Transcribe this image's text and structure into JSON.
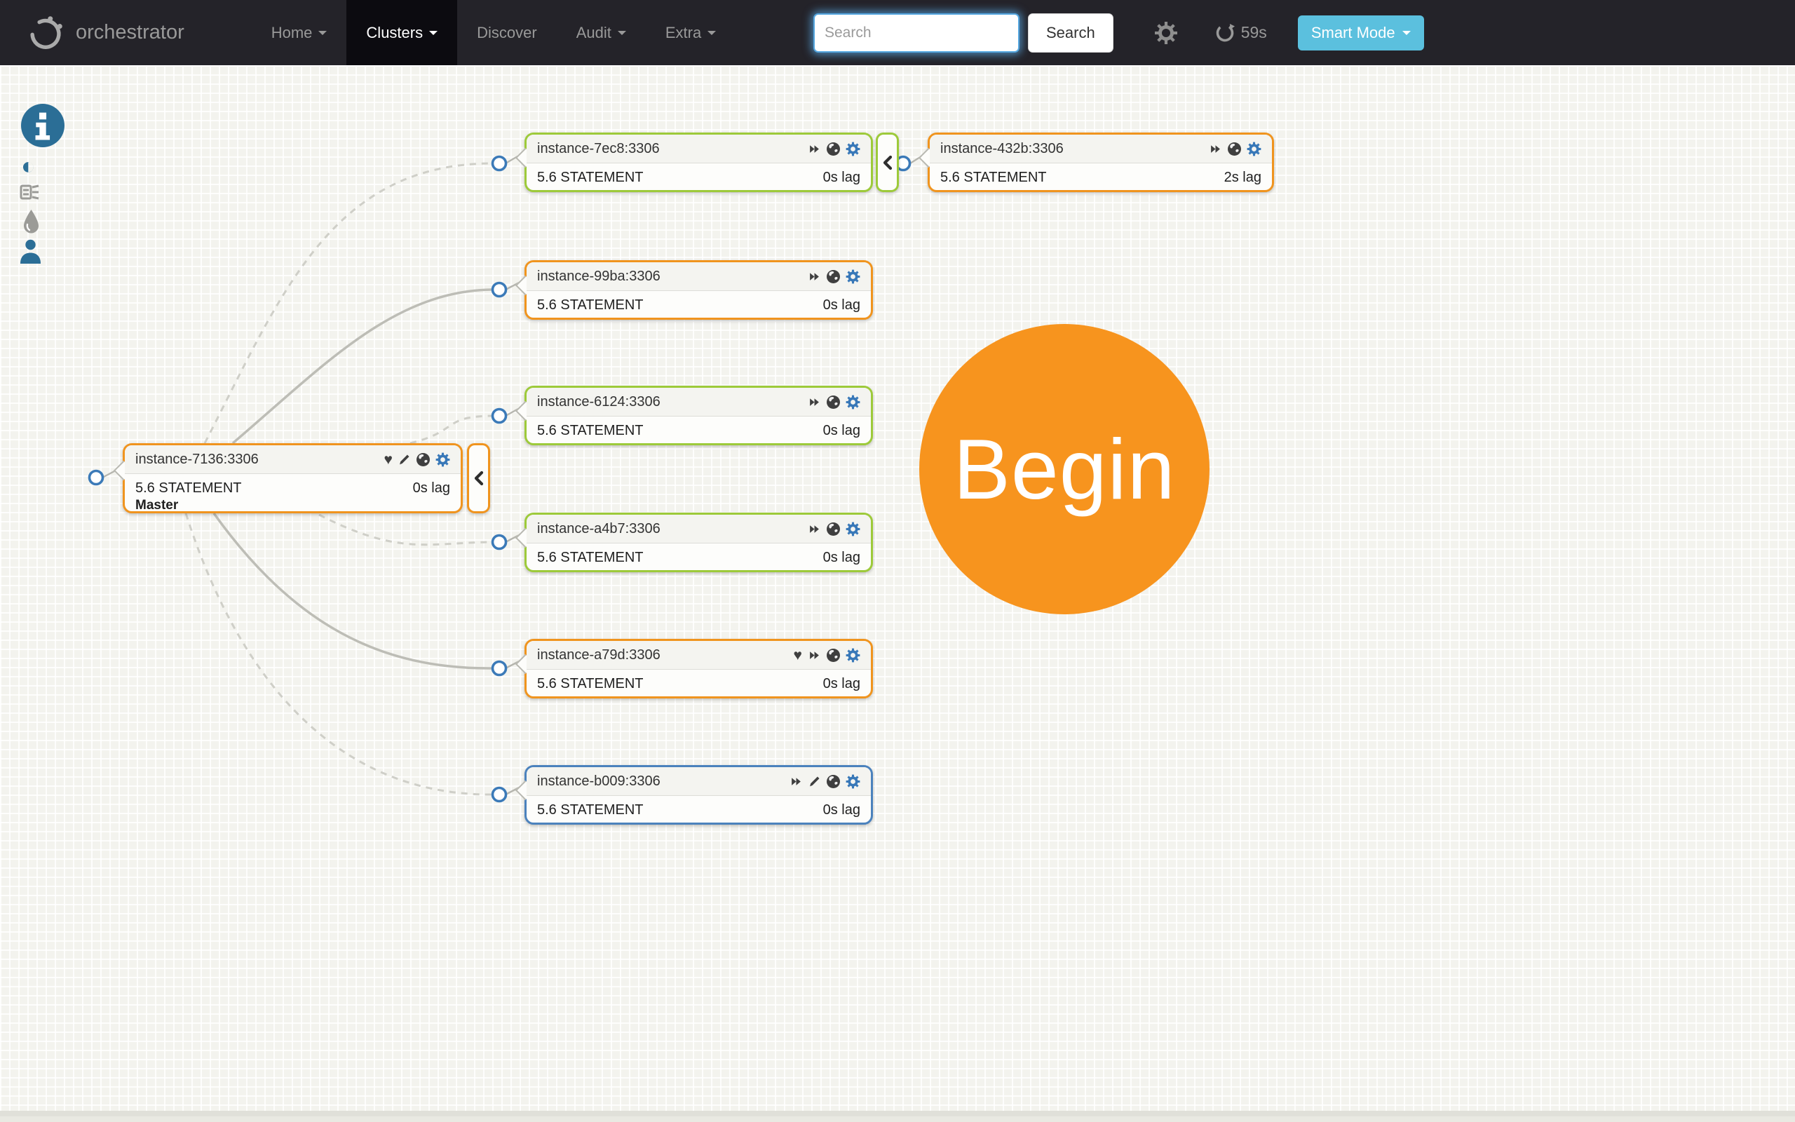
{
  "navbar": {
    "brand": "orchestrator",
    "items": [
      {
        "label": "Home"
      },
      {
        "label": "Clusters"
      },
      {
        "label": "Discover"
      },
      {
        "label": "Audit"
      },
      {
        "label": "Extra"
      }
    ],
    "search_placeholder": "Search",
    "search_button": "Search",
    "refresh_label": "59s",
    "smart_mode_label": "Smart Mode"
  },
  "glyphs": {
    "heart": "♥",
    "contrast": "◐"
  },
  "cluster": {
    "nodes": [
      {
        "title": "instance-7136:3306",
        "version": "5.6 STATEMENT",
        "lag": "0s lag",
        "role": "Master",
        "border": "orange",
        "icons": [
          "heart",
          "pencil",
          "globe",
          "gear"
        ]
      },
      {
        "title": "instance-7ec8:3306",
        "version": "5.6 STATEMENT",
        "lag": "0s lag",
        "border": "green",
        "icons": [
          "fast-forward",
          "globe",
          "gear"
        ]
      },
      {
        "title": "instance-432b:3306",
        "version": "5.6 STATEMENT",
        "lag": "2s lag",
        "border": "orange",
        "icons": [
          "fast-forward",
          "globe",
          "gear"
        ]
      },
      {
        "title": "instance-99ba:3306",
        "version": "5.6 STATEMENT",
        "lag": "0s lag",
        "border": "orange",
        "icons": [
          "fast-forward",
          "globe",
          "gear"
        ]
      },
      {
        "title": "instance-6124:3306",
        "version": "5.6 STATEMENT",
        "lag": "0s lag",
        "border": "green",
        "icons": [
          "fast-forward",
          "globe",
          "gear"
        ]
      },
      {
        "title": "instance-a4b7:3306",
        "version": "5.6 STATEMENT",
        "lag": "0s lag",
        "border": "green",
        "icons": [
          "fast-forward",
          "globe",
          "gear"
        ]
      },
      {
        "title": "instance-a79d:3306",
        "version": "5.6 STATEMENT",
        "lag": "0s lag",
        "border": "orange",
        "icons": [
          "heart",
          "fast-forward",
          "globe",
          "gear"
        ]
      },
      {
        "title": "instance-b009:3306",
        "version": "5.6 STATEMENT",
        "lag": "0s lag",
        "border": "blue",
        "icons": [
          "fast-forward",
          "pencil",
          "globe",
          "gear"
        ]
      }
    ]
  },
  "begin": {
    "label": "Begin"
  },
  "colors": {
    "master_border": "#f0941e",
    "replica_ok_border": "#9dca3a",
    "replica_blue_border": "#4b82bd",
    "smart_mode_bg": "#5bc0de",
    "begin_bg": "#f7941e",
    "connector_stroke": "#3b7ab8"
  }
}
